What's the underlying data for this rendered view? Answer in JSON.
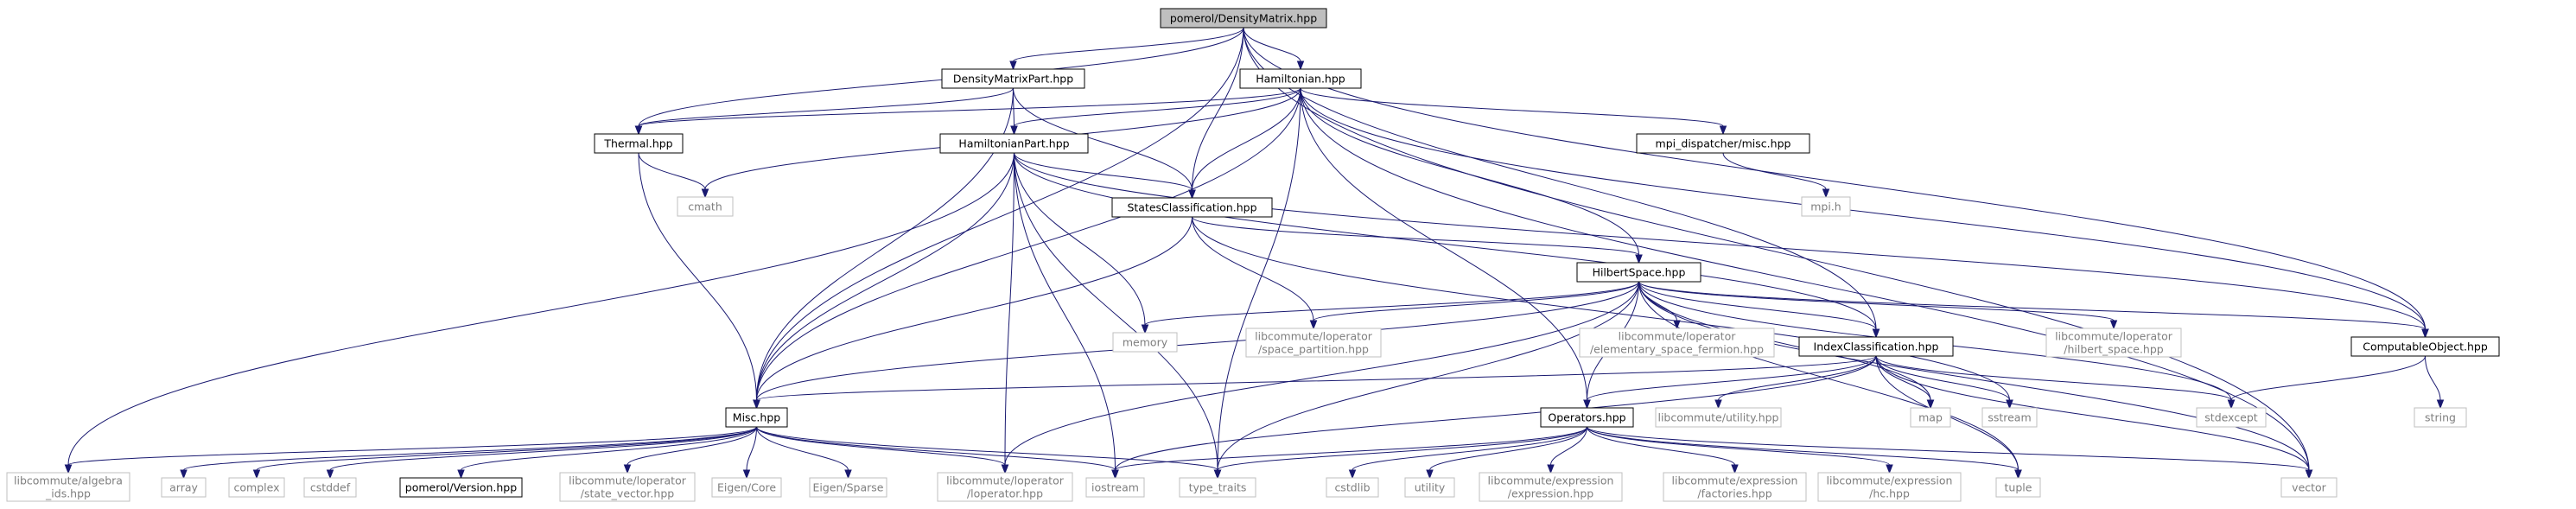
{
  "graph": {
    "nodes": [
      {
        "id": "root",
        "lines": [
          "pomerol/DensityMatrix.hpp"
        ],
        "kind": "root"
      },
      {
        "id": "dmpart",
        "lines": [
          "DensityMatrixPart.hpp"
        ],
        "kind": "project"
      },
      {
        "id": "ham",
        "lines": [
          "Hamiltonian.hpp"
        ],
        "kind": "project"
      },
      {
        "id": "thermal",
        "lines": [
          "Thermal.hpp"
        ],
        "kind": "project"
      },
      {
        "id": "hampart",
        "lines": [
          "HamiltonianPart.hpp"
        ],
        "kind": "project"
      },
      {
        "id": "mpimisc",
        "lines": [
          "mpi_dispatcher/misc.hpp"
        ],
        "kind": "project"
      },
      {
        "id": "cmath",
        "lines": [
          "cmath"
        ],
        "kind": "system"
      },
      {
        "id": "mpih",
        "lines": [
          "mpi.h"
        ],
        "kind": "system"
      },
      {
        "id": "states",
        "lines": [
          "StatesClassification.hpp"
        ],
        "kind": "project"
      },
      {
        "id": "hilbert",
        "lines": [
          "HilbertSpace.hpp"
        ],
        "kind": "project"
      },
      {
        "id": "memory",
        "lines": [
          "memory"
        ],
        "kind": "system"
      },
      {
        "id": "spacepart",
        "lines": [
          "libcommute/loperator",
          "/space_partition.hpp"
        ],
        "kind": "system"
      },
      {
        "id": "elemspace",
        "lines": [
          "libcommute/loperator",
          "/elementary_space_fermion.hpp"
        ],
        "kind": "system"
      },
      {
        "id": "indexclass",
        "lines": [
          "IndexClassification.hpp"
        ],
        "kind": "project"
      },
      {
        "id": "hilbspace",
        "lines": [
          "libcommute/loperator",
          "/hilbert_space.hpp"
        ],
        "kind": "system"
      },
      {
        "id": "computable",
        "lines": [
          "ComputableObject.hpp"
        ],
        "kind": "project"
      },
      {
        "id": "misc",
        "lines": [
          "Misc.hpp"
        ],
        "kind": "project"
      },
      {
        "id": "operators",
        "lines": [
          "Operators.hpp"
        ],
        "kind": "project"
      },
      {
        "id": "utilityhpp",
        "lines": [
          "libcommute/utility.hpp"
        ],
        "kind": "system"
      },
      {
        "id": "map",
        "lines": [
          "map"
        ],
        "kind": "system"
      },
      {
        "id": "sstream",
        "lines": [
          "sstream"
        ],
        "kind": "system"
      },
      {
        "id": "stdexcept",
        "lines": [
          "stdexcept"
        ],
        "kind": "system"
      },
      {
        "id": "string",
        "lines": [
          "string"
        ],
        "kind": "system"
      },
      {
        "id": "algebra",
        "lines": [
          "libcommute/algebra",
          "_ids.hpp"
        ],
        "kind": "system"
      },
      {
        "id": "array",
        "lines": [
          "array"
        ],
        "kind": "system"
      },
      {
        "id": "complex",
        "lines": [
          "complex"
        ],
        "kind": "system"
      },
      {
        "id": "cstddef",
        "lines": [
          "cstddef"
        ],
        "kind": "system"
      },
      {
        "id": "version",
        "lines": [
          "pomerol/Version.hpp"
        ],
        "kind": "project"
      },
      {
        "id": "statevec",
        "lines": [
          "libcommute/loperator",
          "/state_vector.hpp"
        ],
        "kind": "system"
      },
      {
        "id": "eigencore",
        "lines": [
          "Eigen/Core"
        ],
        "kind": "system"
      },
      {
        "id": "eigensparse",
        "lines": [
          "Eigen/Sparse"
        ],
        "kind": "system"
      },
      {
        "id": "loperator",
        "lines": [
          "libcommute/loperator",
          "/loperator.hpp"
        ],
        "kind": "system"
      },
      {
        "id": "iostream",
        "lines": [
          "iostream"
        ],
        "kind": "system"
      },
      {
        "id": "typetraits",
        "lines": [
          "type_traits"
        ],
        "kind": "system"
      },
      {
        "id": "cstdlib",
        "lines": [
          "cstdlib"
        ],
        "kind": "system"
      },
      {
        "id": "utility",
        "lines": [
          "utility"
        ],
        "kind": "system"
      },
      {
        "id": "expression",
        "lines": [
          "libcommute/expression",
          "/expression.hpp"
        ],
        "kind": "system"
      },
      {
        "id": "factories",
        "lines": [
          "libcommute/expression",
          "/factories.hpp"
        ],
        "kind": "system"
      },
      {
        "id": "hc",
        "lines": [
          "libcommute/expression",
          "/hc.hpp"
        ],
        "kind": "system"
      },
      {
        "id": "tuple",
        "lines": [
          "tuple"
        ],
        "kind": "system"
      },
      {
        "id": "vector",
        "lines": [
          "vector"
        ],
        "kind": "system"
      }
    ],
    "edges": [
      [
        "root",
        "dmpart"
      ],
      [
        "root",
        "ham"
      ],
      [
        "root",
        "thermal"
      ],
      [
        "root",
        "states"
      ],
      [
        "root",
        "indexclass"
      ],
      [
        "root",
        "computable"
      ],
      [
        "root",
        "misc"
      ],
      [
        "root",
        "vector"
      ],
      [
        "dmpart",
        "thermal"
      ],
      [
        "dmpart",
        "hampart"
      ],
      [
        "dmpart",
        "states"
      ],
      [
        "dmpart",
        "misc"
      ],
      [
        "ham",
        "hampart"
      ],
      [
        "ham",
        "mpimisc"
      ],
      [
        "ham",
        "cmath"
      ],
      [
        "ham",
        "states"
      ],
      [
        "ham",
        "hilbert"
      ],
      [
        "ham",
        "misc"
      ],
      [
        "ham",
        "computable"
      ],
      [
        "ham",
        "operators"
      ],
      [
        "ham",
        "typetraits"
      ],
      [
        "ham",
        "vector"
      ],
      [
        "ham",
        "thermal"
      ],
      [
        "thermal",
        "cmath"
      ],
      [
        "thermal",
        "misc"
      ],
      [
        "mpimisc",
        "mpih"
      ],
      [
        "hampart",
        "states"
      ],
      [
        "hampart",
        "misc"
      ],
      [
        "hampart",
        "computable"
      ],
      [
        "hampart",
        "indexclass"
      ],
      [
        "hampart",
        "memory"
      ],
      [
        "hampart",
        "iostream"
      ],
      [
        "hampart",
        "typetraits"
      ],
      [
        "hampart",
        "loperator"
      ],
      [
        "hampart",
        "algebra"
      ],
      [
        "states",
        "hilbert"
      ],
      [
        "states",
        "spacepart"
      ],
      [
        "states",
        "misc"
      ],
      [
        "states",
        "sstream"
      ],
      [
        "hilbert",
        "indexclass"
      ],
      [
        "hilbert",
        "memory"
      ],
      [
        "hilbert",
        "spacepart"
      ],
      [
        "hilbert",
        "elemspace"
      ],
      [
        "hilbert",
        "hilbspace"
      ],
      [
        "hilbert",
        "computable"
      ],
      [
        "hilbert",
        "misc"
      ],
      [
        "hilbert",
        "operators"
      ],
      [
        "hilbert",
        "map"
      ],
      [
        "hilbert",
        "stdexcept"
      ],
      [
        "hilbert",
        "tuple"
      ],
      [
        "hilbert",
        "vector"
      ],
      [
        "hilbert",
        "typetraits"
      ],
      [
        "hilbert",
        "loperator"
      ],
      [
        "indexclass",
        "misc"
      ],
      [
        "indexclass",
        "operators"
      ],
      [
        "indexclass",
        "utilityhpp"
      ],
      [
        "indexclass",
        "map"
      ],
      [
        "indexclass",
        "sstream"
      ],
      [
        "indexclass",
        "stdexcept"
      ],
      [
        "indexclass",
        "tuple"
      ],
      [
        "indexclass",
        "vector"
      ],
      [
        "indexclass",
        "iostream"
      ],
      [
        "computable",
        "stdexcept"
      ],
      [
        "computable",
        "string"
      ],
      [
        "misc",
        "algebra"
      ],
      [
        "misc",
        "array"
      ],
      [
        "misc",
        "complex"
      ],
      [
        "misc",
        "cstddef"
      ],
      [
        "misc",
        "version"
      ],
      [
        "misc",
        "statevec"
      ],
      [
        "misc",
        "eigencore"
      ],
      [
        "misc",
        "eigensparse"
      ],
      [
        "misc",
        "loperator"
      ],
      [
        "misc",
        "iostream"
      ],
      [
        "misc",
        "typetraits"
      ],
      [
        "operators",
        "typetraits"
      ],
      [
        "operators",
        "cstdlib"
      ],
      [
        "operators",
        "utility"
      ],
      [
        "operators",
        "expression"
      ],
      [
        "operators",
        "factories"
      ],
      [
        "operators",
        "hc"
      ],
      [
        "operators",
        "tuple"
      ],
      [
        "operators",
        "vector"
      ],
      [
        "operators",
        "iostream"
      ]
    ]
  }
}
